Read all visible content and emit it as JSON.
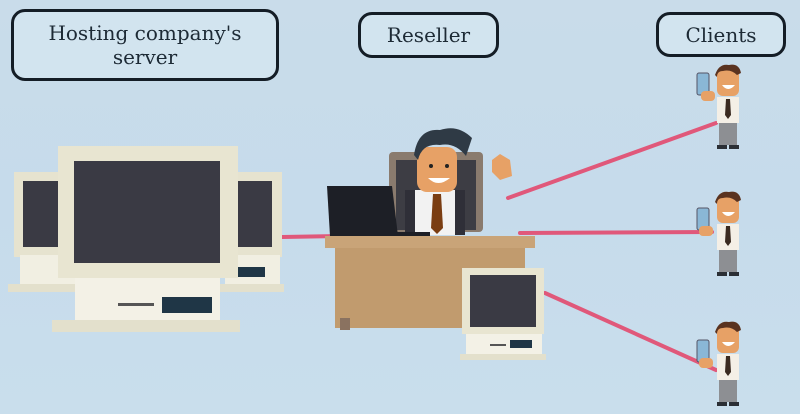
{
  "labels": {
    "hosting": "Hosting company's server",
    "reseller": "Reseller",
    "clients": "Clients"
  },
  "nodes": {
    "server": {
      "label": "Hosting company's server",
      "icon": "server-computers-icon"
    },
    "reseller": {
      "label": "Reseller",
      "icon": "businessman-at-desk-icon"
    },
    "clients": [
      {
        "id": "client-1",
        "icon": "client-with-phone-icon"
      },
      {
        "id": "client-2",
        "icon": "client-with-phone-icon"
      },
      {
        "id": "client-3",
        "icon": "client-with-phone-icon"
      }
    ]
  },
  "connections": [
    {
      "from": "server",
      "to": "reseller"
    },
    {
      "from": "reseller",
      "to": "client-1"
    },
    {
      "from": "reseller",
      "to": "client-2"
    },
    {
      "from": "reseller",
      "to": "client-3"
    }
  ],
  "colors": {
    "background": "#c8dcea",
    "link": "#e0587a",
    "border": "#141d26",
    "monitor_body": "#ece9d8",
    "screen": "#3a3a44",
    "desk": "#c9a478"
  }
}
